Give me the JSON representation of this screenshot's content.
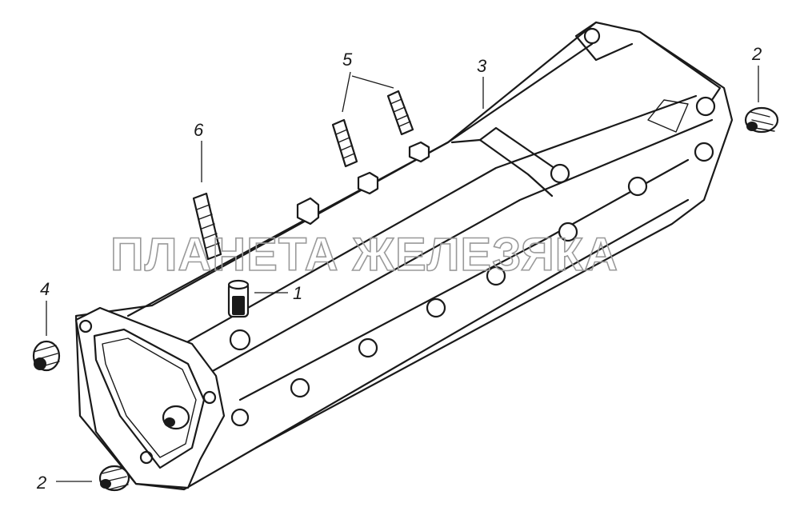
{
  "watermark": "ПЛАНЕТА ЖЕЛЕЗЯКА",
  "callouts": {
    "c1": "1",
    "c2_top": "2",
    "c2_bottom": "2",
    "c3": "3",
    "c4": "4",
    "c5": "5",
    "c6": "6"
  },
  "colors": {
    "line": "#1a1a1a",
    "watermark": "#9a9a9a",
    "background": "#ffffff"
  }
}
